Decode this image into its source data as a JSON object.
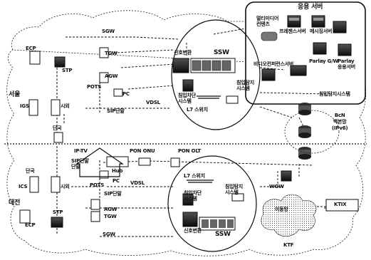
{
  "labels": {
    "service_server": "응용 서버",
    "multimedia_contents": "멀티미디어\n컨텐츠",
    "conference_server": "프레젠스서버",
    "message_server": "메시징서버",
    "video_conf_server": "비디오컨퍼런스서버",
    "parlay_gw": "Parlay G/W",
    "parlay_app_server": "Parlay\n응용서버",
    "signaling_gw": "신호변환",
    "ssw_top": "SSW",
    "intrusion_block_top": "침입차단\n시스템",
    "intrusion_detect_top": "침입탐지\n시스템",
    "l7_switch_top": "L7 스위치",
    "intrusion_detect_right": "침입탐지시스템",
    "sgw_top": "SGW",
    "tgw_top": "TGW",
    "agw_top": "AGW",
    "pots_top": "POTS",
    "pc_top": "PC",
    "vdsl_top": "VDSL",
    "sip_phone_top": "SIP단말",
    "seoul": "서울",
    "ecp_top": "ECP",
    "stp_top": "STP",
    "igs": "IGS",
    "office_top": "시외",
    "local_top": "단국",
    "bcn": "BcN\n백본망\n(IPv6)",
    "ip_tv": "IP-TV",
    "sip_terminal_wide": "SIP단말\n단말",
    "hub": "Hub",
    "pon_onu": "PON ONU",
    "pon_olt": "PON OLT",
    "local_bottom": "단국",
    "ics": "ICS",
    "office_bottom": "시외",
    "pots_bottom": "POTS",
    "pc_bottom": "PC",
    "vdsl_bottom": "VDSL",
    "sip_phone_bottom": "SIP단말",
    "daejeon": "대전",
    "ecp_bottom": "ECP",
    "stp_bottom": "STP",
    "agw_bottom": "AGW",
    "tgw_bottom": "TGW",
    "sgw_bottom": "SGW",
    "l7_switch_bottom": "L7 스위치",
    "intrusion_block_bottom": "침입차단\n시스템",
    "intrusion_detect_bottom": "침입탐지\n시스템",
    "signaling_bottom": "신호변환",
    "ssw_bottom": "SSW",
    "wgw": "WGW",
    "ktix": "KTIX",
    "mobile_net": "이동망",
    "ktf": "KTF"
  },
  "colors": {
    "line": "#111111",
    "cloud": "#222222",
    "server_box": "#1a1a1a",
    "server_dark": "#2b2b2b",
    "server_light": "#8a8a8a",
    "gray_fill": "#bdbdbd"
  }
}
